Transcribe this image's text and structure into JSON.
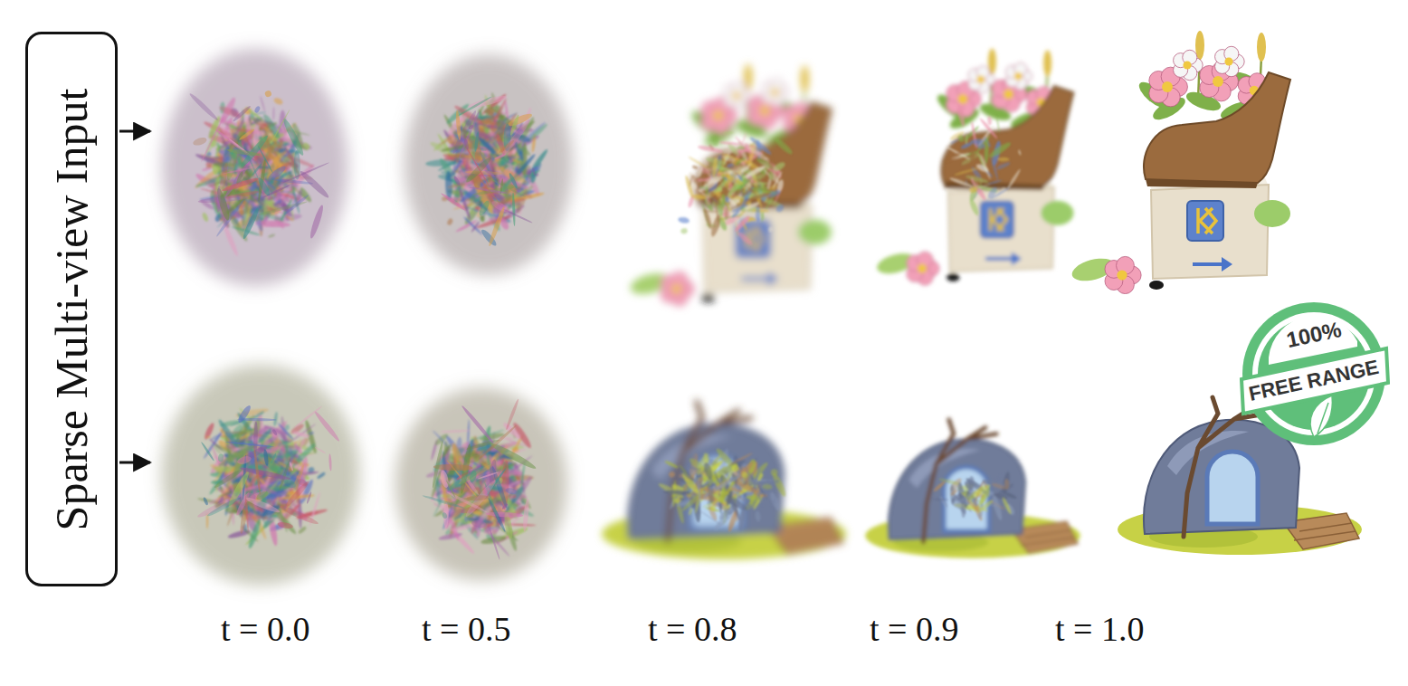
{
  "diagram": {
    "nodes": [
      {
        "text": [
          "Sparse Multi-view Input"
        ]
      },
      {
        "text": [
          "100%",
          "FREE RANGE"
        ]
      }
    ],
    "labels": [
      "t = 0.0",
      "t = 0.5",
      "t = 0.8",
      "t = 0.9",
      "t = 1.0"
    ]
  }
}
